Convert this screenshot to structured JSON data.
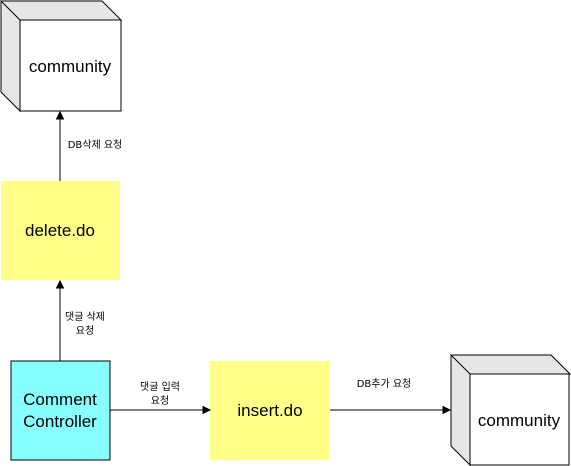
{
  "colors": {
    "yellow_box": "#ffff88",
    "cyan_box": "#88ffff",
    "cube_face": "#ffffff",
    "cube_side": "#e6e6e6",
    "stroke": "#000000",
    "background": "#ffffff"
  },
  "nodes": {
    "community_top": {
      "label": "community",
      "shape": "cube"
    },
    "delete_do": {
      "label": "delete.do",
      "shape": "rectangle"
    },
    "comment_controller": {
      "label_line1": "Comment",
      "label_line2": "Controller",
      "shape": "rectangle"
    },
    "insert_do": {
      "label": "insert.do",
      "shape": "rectangle"
    },
    "community_right": {
      "label": "community",
      "shape": "cube"
    }
  },
  "edges": {
    "controller_to_delete": {
      "label_line1": "댓글 삭제",
      "label_line2": "요청"
    },
    "delete_to_community": {
      "label": "DB삭제 요청"
    },
    "controller_to_insert": {
      "label_line1": "댓글 입력",
      "label_line2": "요청"
    },
    "insert_to_community": {
      "label": "DB추가 요청"
    }
  }
}
